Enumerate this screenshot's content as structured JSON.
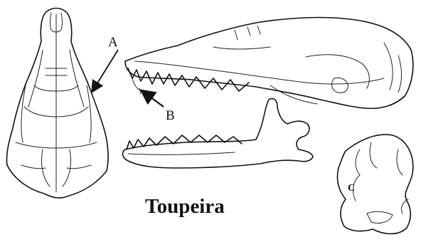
{
  "labels": {
    "a": "A",
    "b": "B",
    "c": "C"
  },
  "caption": "Toupeira"
}
